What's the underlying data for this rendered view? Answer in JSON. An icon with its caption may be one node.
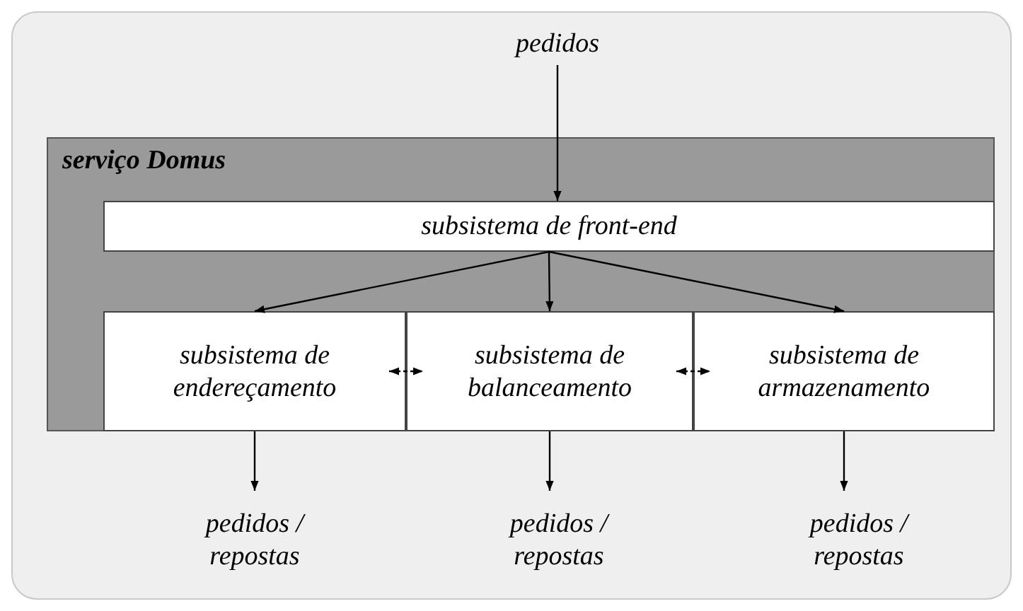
{
  "diagram": {
    "nodes": [
      {
        "text": [
          "pedidos"
        ]
      },
      {
        "text": [
          "serviço Domus"
        ]
      },
      {
        "text": [
          "subsistema de front-end"
        ],
        "in": 1
      },
      {
        "text": [
          "subsistema de endereçamento"
        ],
        "in": 1
      },
      {
        "text": [
          "subsistema de balanceamento"
        ],
        "in": 1
      },
      {
        "text": [
          "subsistema de armazenamento"
        ],
        "in": 1
      },
      {
        "text": [
          "pedidos / repostas"
        ]
      },
      {
        "text": [
          "pedidos / repostas"
        ]
      },
      {
        "text": [
          "pedidos / repostas"
        ]
      }
    ],
    "edges": [
      {
        "from": 0,
        "to": 2,
        "arrow": "to"
      },
      {
        "from": 2,
        "to": 3,
        "arrow": "to"
      },
      {
        "from": 2,
        "to": 4,
        "arrow": "to"
      },
      {
        "from": 2,
        "to": 5,
        "arrow": "to"
      },
      {
        "from": 3,
        "to": 4,
        "arrow": "both",
        "style": "dashed"
      },
      {
        "from": 4,
        "to": 5,
        "arrow": "both",
        "style": "dashed"
      },
      {
        "from": 3,
        "to": 6,
        "arrow": "to"
      },
      {
        "from": 4,
        "to": 7,
        "arrow": "to"
      },
      {
        "from": 5,
        "to": 8,
        "arrow": "to"
      }
    ]
  }
}
